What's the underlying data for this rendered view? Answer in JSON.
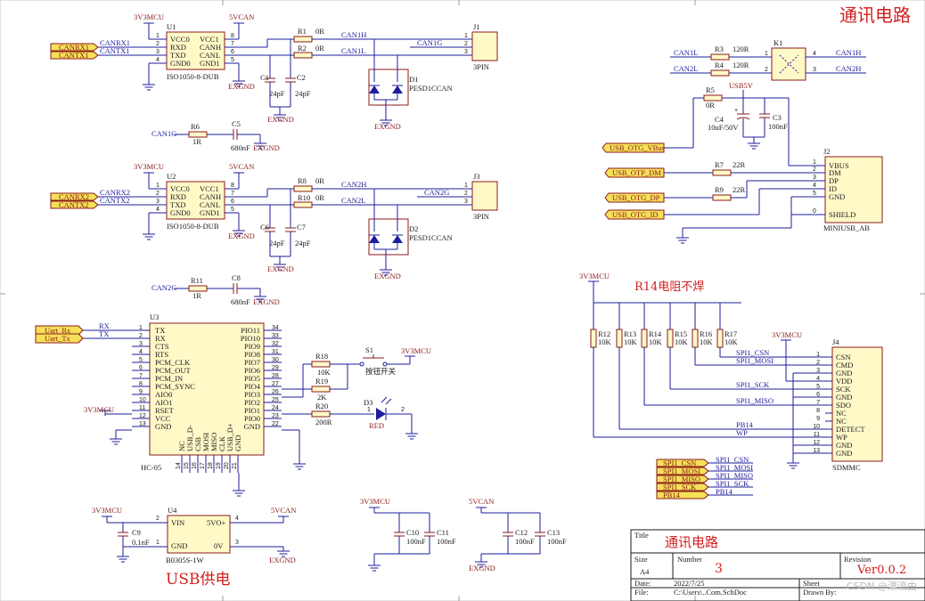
{
  "sheet": {
    "title_main": "通讯电路",
    "usb_power_title": "USB供电",
    "r14_note": "R14电阻不焊",
    "watermark": "CSDN @漂流由"
  },
  "title_block": {
    "title_label": "Title",
    "title_value": "通讯电路",
    "size_label": "Size",
    "size_value": "A4",
    "number_label": "Number",
    "number_value": "3",
    "revision_label": "Revision",
    "revision_value": "Ver0.0.2",
    "date_label": "Date:",
    "date_value": "2022/7/25",
    "file_label": "File:",
    "file_value": "C:\\Users\\..Com.SchDoc",
    "sheet_label": "Sheet",
    "drawn_label": "Drawn By:"
  },
  "power_nets": {
    "v3v3": "3V3MCU",
    "v5": "5VCAN",
    "usb5v": "USB5V",
    "exgnd": "EXGND"
  },
  "u1": {
    "ref": "U1",
    "part": "ISO1050-8-DUB",
    "left_pins": [
      "VCC0",
      "RXD",
      "TXD",
      "GND0"
    ],
    "left_nums": [
      "1",
      "2",
      "3",
      "4"
    ],
    "right_pins": [
      "VCC1",
      "CANH",
      "CANL",
      "GND1"
    ],
    "right_nums": [
      "8",
      "7",
      "6",
      "5"
    ],
    "port1": "CANRX1",
    "port2": "CANTX1",
    "net1": "CANRX1",
    "net2": "CANTX1"
  },
  "u2": {
    "ref": "U2",
    "part": "ISO1050-8-DUB",
    "left_pins": [
      "VCC0",
      "RXD",
      "TXD",
      "GND0"
    ],
    "left_nums": [
      "1",
      "2",
      "3",
      "4"
    ],
    "right_pins": [
      "VCC1",
      "CANH",
      "CANL",
      "GND1"
    ],
    "right_nums": [
      "8",
      "7",
      "6",
      "5"
    ],
    "port1": "CANRX2",
    "port2": "CANTX2",
    "net1": "CANRX2",
    "net2": "CANTX2"
  },
  "can1": {
    "r1": "R1",
    "r1v": "0R",
    "r2": "R2",
    "r2v": "0R",
    "canh": "CAN1H",
    "canl": "CAN1L",
    "cang": "CAN1G",
    "c1": "C1",
    "c1v": "24pF",
    "c2": "C2",
    "c2v": "24pF",
    "d1": "D1",
    "d1v": "PESD1CCAN",
    "j1": "J1",
    "j1v": "3PIN",
    "r6": "R6",
    "r6v": "1R",
    "c5": "C5",
    "c5v": "680nF"
  },
  "can2": {
    "r1": "R8",
    "r1v": "0R",
    "r2": "R10",
    "r2v": "0R",
    "canh": "CAN2H",
    "canl": "CAN2L",
    "cang": "CAN2G",
    "c1": "C6",
    "c1v": "24pF",
    "c2": "C7",
    "c2v": "24pF",
    "d1": "D2",
    "d1v": "PESD1CCAN",
    "j1": "J3",
    "j1v": "3PIN",
    "r6": "R11",
    "r6v": "1R",
    "c5": "C8",
    "c5v": "680nF"
  },
  "k1": {
    "ref": "K1",
    "r3": "R3",
    "r3v": "120R",
    "r4": "R4",
    "r4v": "120R",
    "in1": "CAN1L",
    "in2": "CAN2L",
    "out1": "CAN1H",
    "out2": "CAN2H",
    "pins": [
      "1",
      "2",
      "4",
      "3"
    ]
  },
  "usb": {
    "r5": "R5",
    "r5v": "0R",
    "c4": "C4",
    "c4v": "10uF/50V",
    "c3": "C3",
    "c3v": "100nF",
    "ports": [
      "USB_OTG_VBus",
      "USB_OTP_DM",
      "USB_OTG_DP",
      "USB_OTG_ID"
    ],
    "r7": "R7",
    "r7v": "22R",
    "r9": "R9",
    "r9v": "22R",
    "j2": "J2",
    "j2v": "MINIUSB_AB",
    "pins": [
      "VBUS",
      "DM",
      "DP",
      "ID",
      "GND",
      "SHIELD"
    ],
    "pin_nums": [
      "1",
      "2",
      "3",
      "4",
      "5",
      "0"
    ]
  },
  "hc05": {
    "ref": "U3",
    "part": "HC-05",
    "ports": [
      "Uart_Rx",
      "Uart_Tx"
    ],
    "nets": [
      "RX",
      "TX"
    ],
    "left_pins": [
      "TX",
      "RX",
      "CTS",
      "RTS",
      "PCM_CLK",
      "PCM_OUT",
      "PCM_IN",
      "PCM_SYNC",
      "AIO0",
      "AIO1",
      "RSET",
      "VCC",
      "GND"
    ],
    "right_pins": [
      "PIO11",
      "PIO10",
      "PIO9",
      "PIO8",
      "PIO7",
      "PIO6",
      "PIO5",
      "PIO4",
      "PIO3",
      "PIO2",
      "PIO1",
      "PIO0",
      "GND"
    ],
    "right_nums": [
      "34",
      "33",
      "32",
      "31",
      "30",
      "29",
      "28",
      "27",
      "26",
      "25",
      "24",
      "23",
      "22"
    ],
    "bottom_pins": [
      "NC",
      "USB_D-",
      "CSB",
      "MOSI",
      "MISO",
      "CLK",
      "USB_D+",
      "GND"
    ],
    "bottom_nums": [
      "14",
      "15",
      "16",
      "17",
      "18",
      "19",
      "20",
      "21"
    ],
    "r18": "R18",
    "r18v": "10K",
    "r19": "R19",
    "r19v": "2K",
    "r20": "R20",
    "r20v": "200R",
    "s1": "S1",
    "s1v": "按钮开关",
    "d3": "D3",
    "d3v": "RED"
  },
  "usb_power": {
    "u4": "U4",
    "u4v": "B0305S-1W",
    "pins": [
      "VIN",
      "5VO+",
      "GND",
      "0V"
    ],
    "c9": "C9",
    "c9v": "0.1nF"
  },
  "decoupling": {
    "c10": "C10",
    "c10v": "100nF",
    "c11": "C11",
    "c11v": "100nF",
    "c12": "C12",
    "c12v": "100nF",
    "c13": "C13",
    "c13v": "100nF"
  },
  "sd": {
    "resistors": [
      "R12",
      "R13",
      "R14",
      "R15",
      "R16",
      "R17"
    ],
    "rv": "10K",
    "j4": "J4",
    "j4v": "SDMMC",
    "pins": [
      "CSN",
      "CMD",
      "GND",
      "VDD",
      "SCK",
      "GND",
      "SDO",
      "NC",
      "NC",
      "DETECT",
      "WP",
      "GND",
      "GND"
    ],
    "nets": [
      "SPI1_CSN",
      "SPI1_MOSI",
      "SPI1_SCK",
      "SPI1_MISO",
      "PB14",
      "WP"
    ],
    "ports": [
      "SPI1_CSN",
      "SPI1_MOSI",
      "SPI1_MISO",
      "SPI1_SCK",
      "PB14"
    ]
  }
}
